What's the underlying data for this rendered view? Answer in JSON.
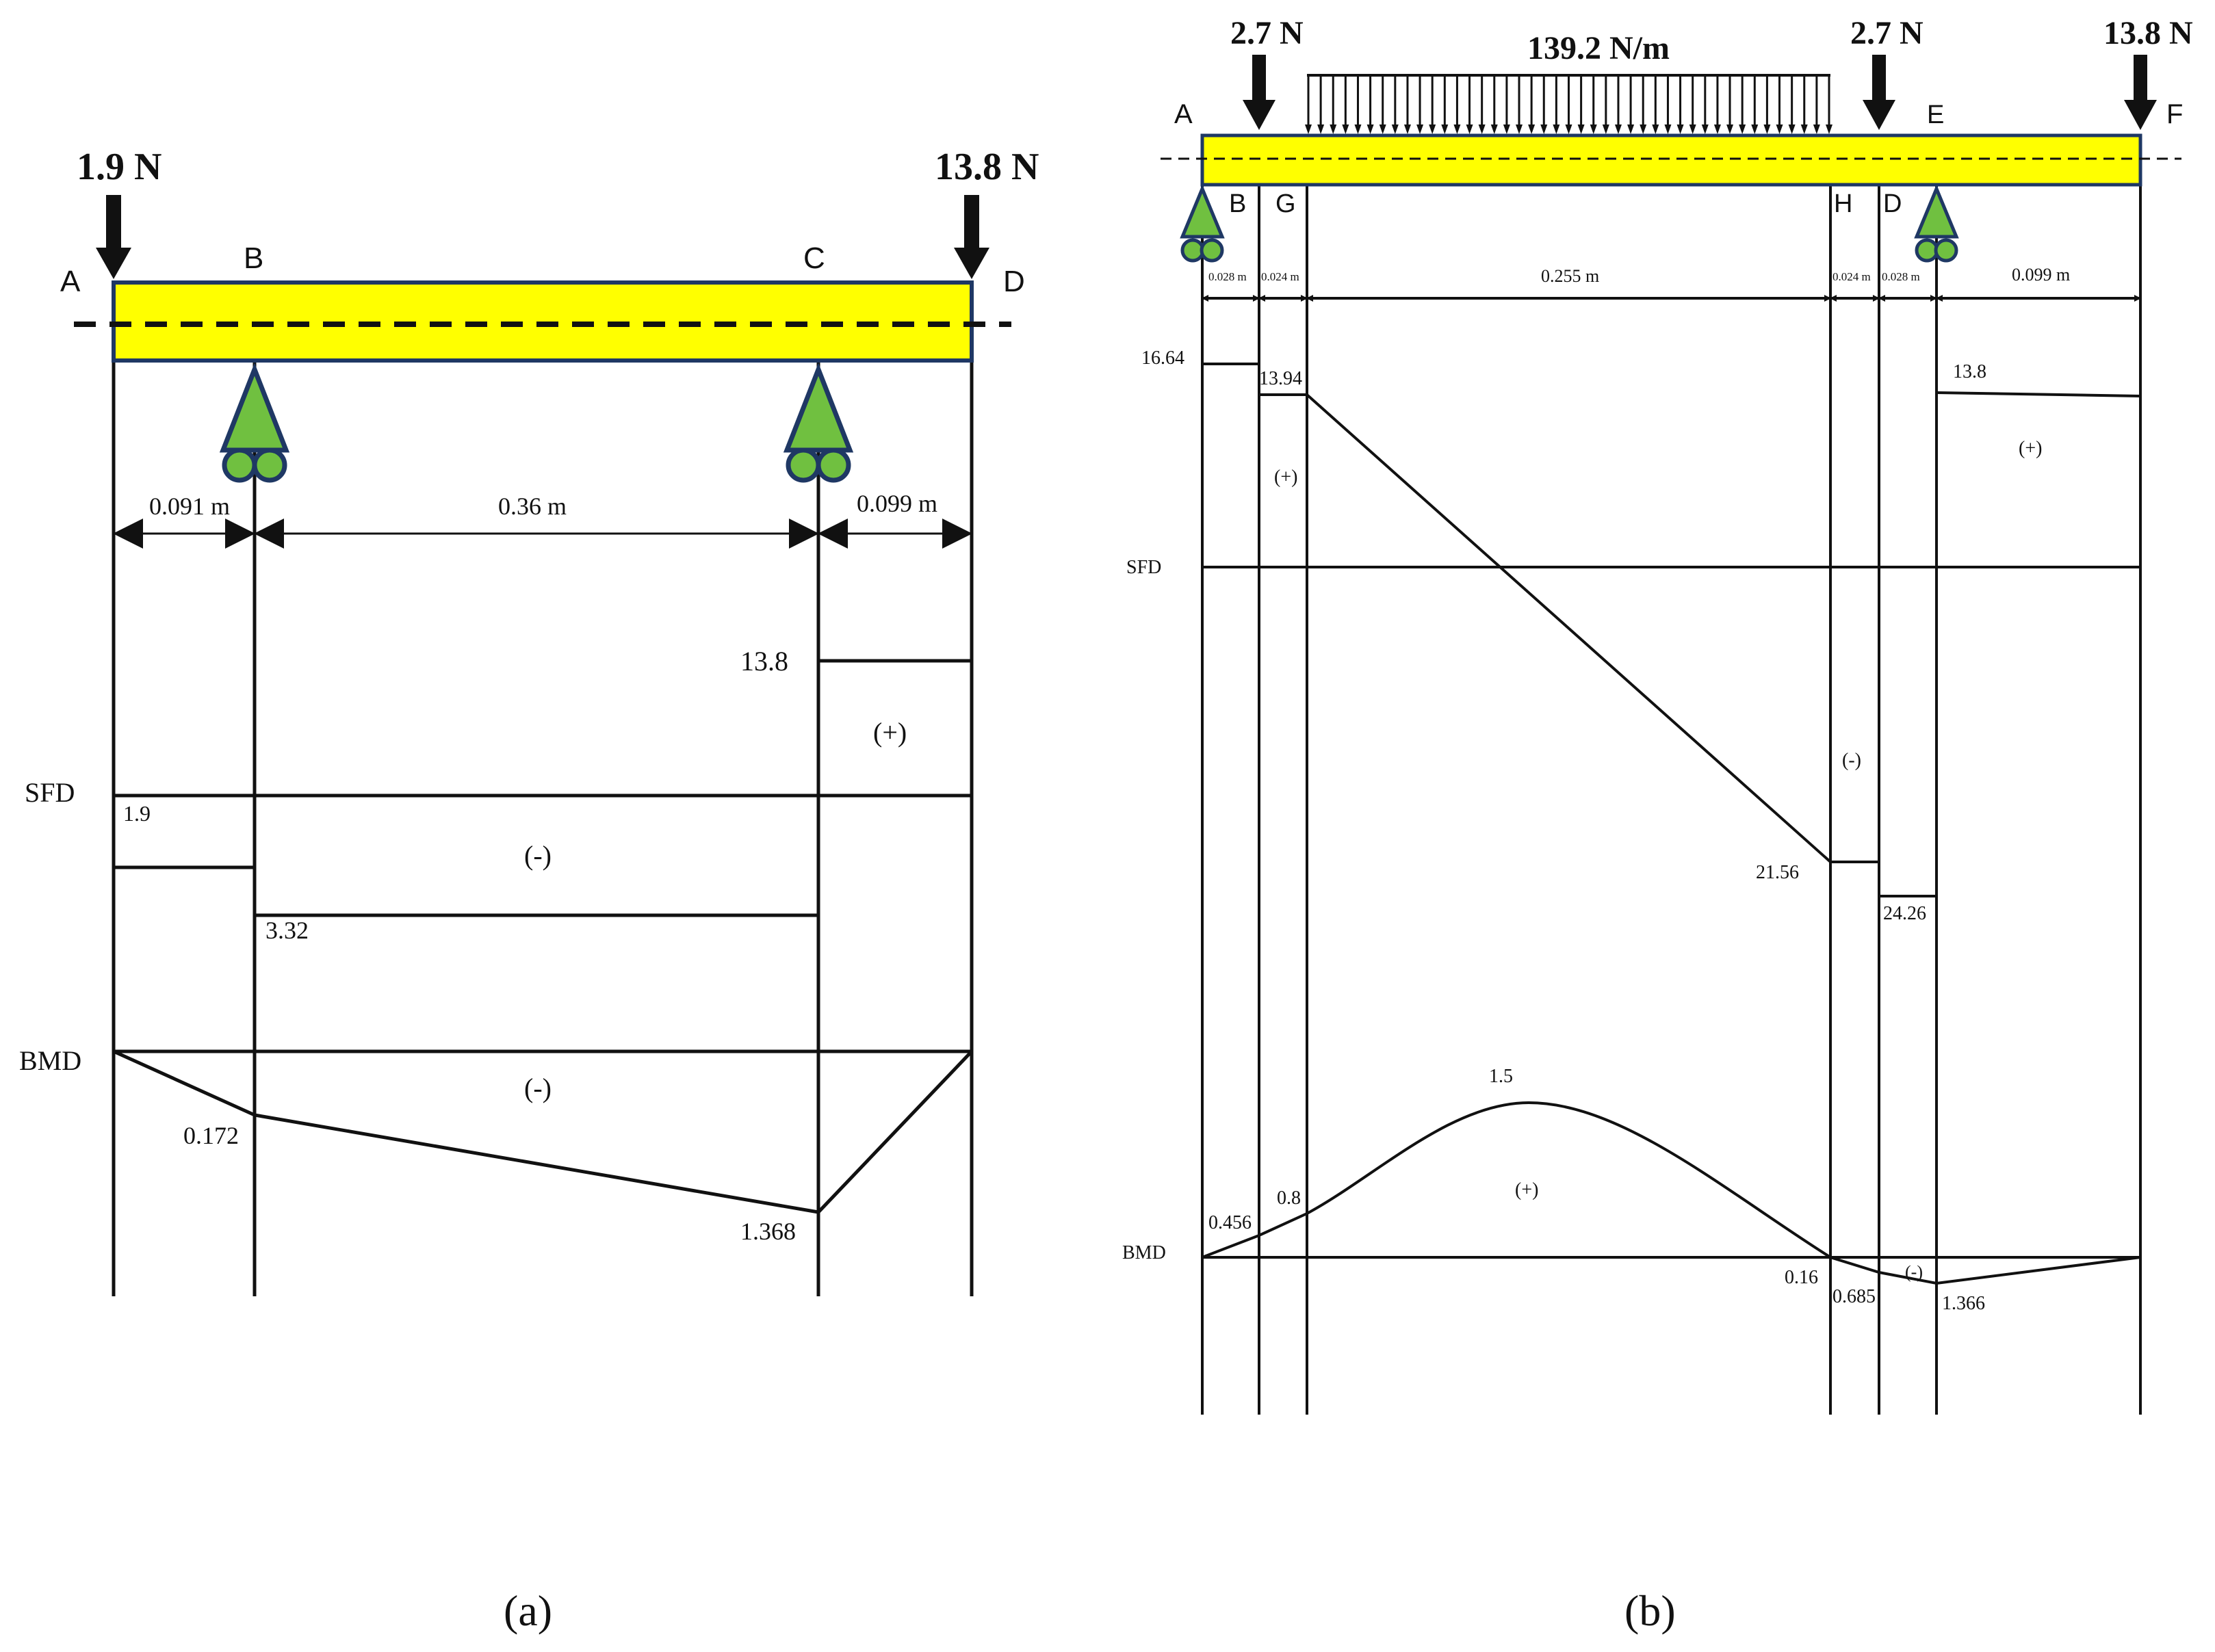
{
  "colors": {
    "beam_fill": "#ffff00",
    "beam_stroke": "#1f3864",
    "support_fill": "#70c040",
    "support_stroke": "#1f3864",
    "line": "#111111"
  },
  "panel_a": {
    "caption": "(a)",
    "loads": {
      "left": "1.9 N",
      "right": "13.8 N"
    },
    "points": {
      "A": "A",
      "B": "B",
      "C": "C",
      "D": "D"
    },
    "dims": {
      "ab": "0.091 m",
      "bc": "0.36 m",
      "cd": "0.099 m"
    },
    "sfd": {
      "label": "SFD",
      "values": {
        "v1": "1.9",
        "v2": "3.32",
        "v3": "13.8"
      },
      "signs": {
        "neg": "(-)",
        "pos": "(+)"
      }
    },
    "bmd": {
      "label": "BMD",
      "values": {
        "v1": "0.172",
        "v2": "1.368"
      },
      "sign": "(-)"
    }
  },
  "panel_b": {
    "caption": "(b)",
    "loads": {
      "p1": "2.7 N",
      "udl": "139.2 N/m",
      "p2": "2.7 N",
      "p3": "13.8 N"
    },
    "points": {
      "A": "A",
      "B": "B",
      "G": "G",
      "H": "H",
      "D": "D",
      "E": "E",
      "F": "F"
    },
    "dims": {
      "d1": "0.028 m",
      "d2": "0.024 m",
      "d3": "0.255 m",
      "d4": "0.024 m",
      "d5": "0.028 m",
      "d6": "0.099 m"
    },
    "sfd": {
      "label": "SFD",
      "values": {
        "v1": "16.64",
        "v2": "13.94",
        "v3": "13.8",
        "v4": "21.56",
        "v5": "24.26"
      },
      "signs": {
        "pos1": "(+)",
        "pos2": "(+)",
        "neg": "(-)"
      }
    },
    "bmd": {
      "label": "BMD",
      "values": {
        "v1": "0.456",
        "v2": "0.8",
        "v3": "1.5",
        "v4": "0.16",
        "v5": "0.685",
        "v6": "1.366"
      },
      "signs": {
        "pos": "(+)",
        "neg": "(-)"
      }
    }
  }
}
